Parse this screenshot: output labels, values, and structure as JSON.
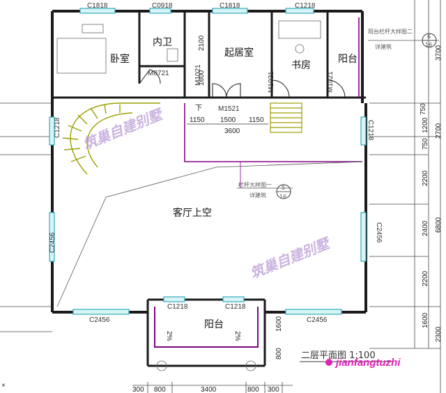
{
  "rooms": {
    "bedroom": "卧室",
    "bathroom": "内卫",
    "living_room": "起居室",
    "study": "书房",
    "balcony_top": "阳台",
    "living_void": "客厅上空",
    "balcony_bottom": "阳台"
  },
  "window_codes": {
    "top_1": "C1818",
    "top_2": "C0918",
    "top_3": "C1818",
    "top_4": "C1218",
    "left_1": "C1218",
    "left_2": "C2456",
    "right_1": "C1218",
    "right_2": "C2456",
    "bottom_1": "C2456",
    "bottom_2": "C2456",
    "balcony_1": "C1218",
    "balcony_2": "C1218"
  },
  "door_codes": {
    "bath_door": "M0721",
    "bed_door": "M1021",
    "study_door": "M1021",
    "balcony_door": "M1021",
    "living_door": "M1521"
  },
  "dimensions": {
    "right_inner": [
      "750",
      "1200",
      "750",
      "2200",
      "2400",
      "2200"
    ],
    "right_outer": [
      "3700",
      "2700",
      "6800"
    ],
    "right_lower": [
      "1600",
      "2300"
    ],
    "bottom": [
      "300",
      "800",
      "3400",
      "800",
      "300"
    ],
    "stair_widths": [
      "1150",
      "1500",
      "1150"
    ],
    "stair_total": "3600",
    "bath_vertical": [
      "2100",
      "1600"
    ],
    "balcony_height": "1600",
    "balcony_lower": "800",
    "stair_down": "下",
    "ramp_left": "2%",
    "ramp_right": "2%"
  },
  "callouts": {
    "top_note": "阳台栏杆大样图二",
    "top_sub": "详建筑",
    "top_num": "6",
    "top_den": "16",
    "mid_note": "栏杆大样图一",
    "mid_sub": "详建筑",
    "mid_num": "5",
    "mid_den": "16"
  },
  "drawing_title": "二层平面图 1:100",
  "watermark": "筑巢自建别墅",
  "brand": "jianfangtuzhi",
  "colors": {
    "wall": "#1a1a1a",
    "window": "#33aabb",
    "railing": "#800080",
    "stair": "#9aa000",
    "watermark": "#b99bd6",
    "brand": "#e020b8"
  }
}
